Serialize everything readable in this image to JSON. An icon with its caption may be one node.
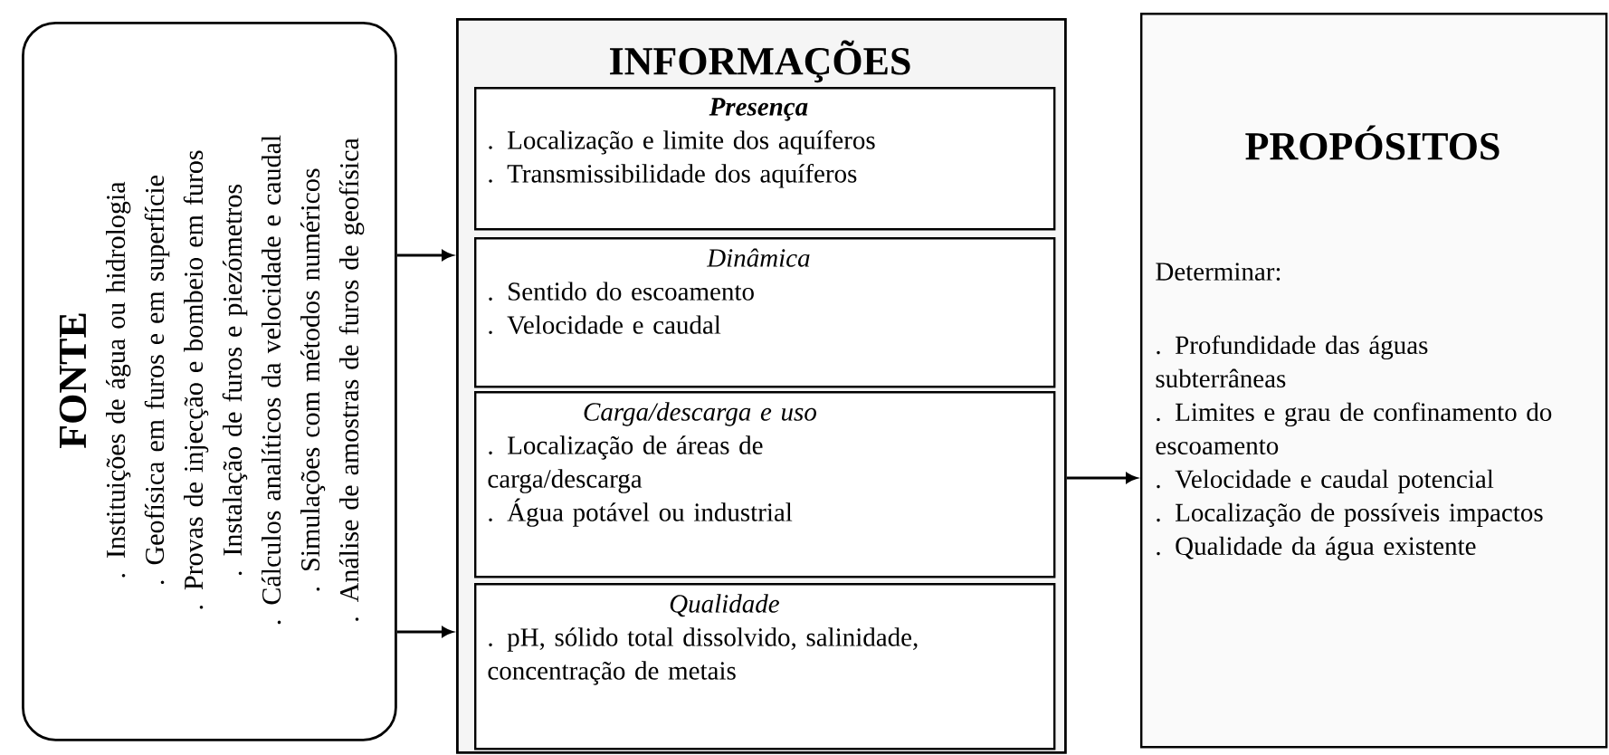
{
  "diagram": {
    "nodes": [
      {
        "text": [
          "FONTE",
          ". Instituições de água ou hidrologia",
          ". Geofísica em furos e em superfície",
          ". Provas de injecção e bombeio em furos",
          ". Instalação de furos e piezómetros",
          ". Cálculos analíticos da velocidade e caudal",
          ". Simulações com métodos numéricos",
          ". Análise de amostras de furos de geofísica"
        ]
      },
      {
        "text": [
          "INFORMAÇÕES"
        ]
      },
      {
        "text": [
          "Presença",
          ". Localização e limite dos aquíferos",
          ". Transmissibilidade dos aquíferos"
        ],
        "in": 1
      },
      {
        "text": [
          "Dinâmica",
          ". Sentido do escoamento",
          ". Velocidade e caudal"
        ],
        "in": 1
      },
      {
        "text": [
          "Carga/descarga e uso",
          ". Localização de áreas de carga/descarga",
          ". Água potável ou industrial"
        ],
        "in": 1
      },
      {
        "text": [
          "Qualidade",
          ". pH, sólido total dissolvido, salinidade, concentração de metais"
        ],
        "in": 1
      },
      {
        "text": [
          "PROPÓSITOS",
          "Determinar:",
          ". Profundidade das águas subterrâneas",
          ". Limites e grau de confinamento do escoamento",
          ". Velocidade e caudal potencial",
          ". Localização de possíveis impactos",
          ". Qualidade da água existente"
        ]
      }
    ],
    "edges": [
      {
        "from": 0,
        "to": 1,
        "arrow": "to"
      },
      {
        "from": 0,
        "to": 1,
        "arrow": "to"
      },
      {
        "from": 1,
        "to": 6,
        "arrow": "to"
      }
    ]
  }
}
